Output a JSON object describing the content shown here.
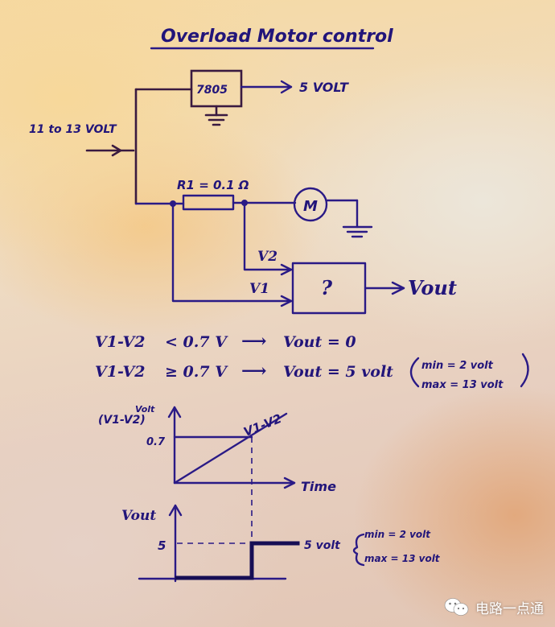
{
  "title": "Overload Motor control",
  "circuit": {
    "input_label": "11 to 13 VOLT",
    "regulator_label": "7805",
    "regulator_output": "5 VOLT",
    "resistor_label": "R1 = 0.1 Ω",
    "motor_label": "M",
    "v2_label": "V2",
    "v1_label": "V1",
    "block_label": "?",
    "output_label": "Vout"
  },
  "conditions": [
    {
      "lhs": "V1-V2",
      "op": "< 0.7 V",
      "arrow": "⟶",
      "rhs": "Vout = 0"
    },
    {
      "lhs": "V1-V2",
      "op": "≥ 0.7 V",
      "arrow": "⟶",
      "rhs": "Vout = 5 volt",
      "note_min": "min = 2 volt",
      "note_max": "max = 13 volt"
    }
  ],
  "graph_top": {
    "ylabel_line1": "Volt",
    "ylabel_line2": "(V1-V2)",
    "ytick": "0.7",
    "curve_label": "V1-V2",
    "xlabel": "Time"
  },
  "graph_bottom": {
    "ylabel": "Vout",
    "ytick": "5",
    "level_label": "5 volt",
    "note_min": "min = 2 volt",
    "note_max": "max = 13 volt"
  },
  "watermark": {
    "text": "电路一点通",
    "icon": "wechat-icon"
  },
  "colors": {
    "ink": "#2a1a86",
    "paper": "#efdcc2"
  }
}
